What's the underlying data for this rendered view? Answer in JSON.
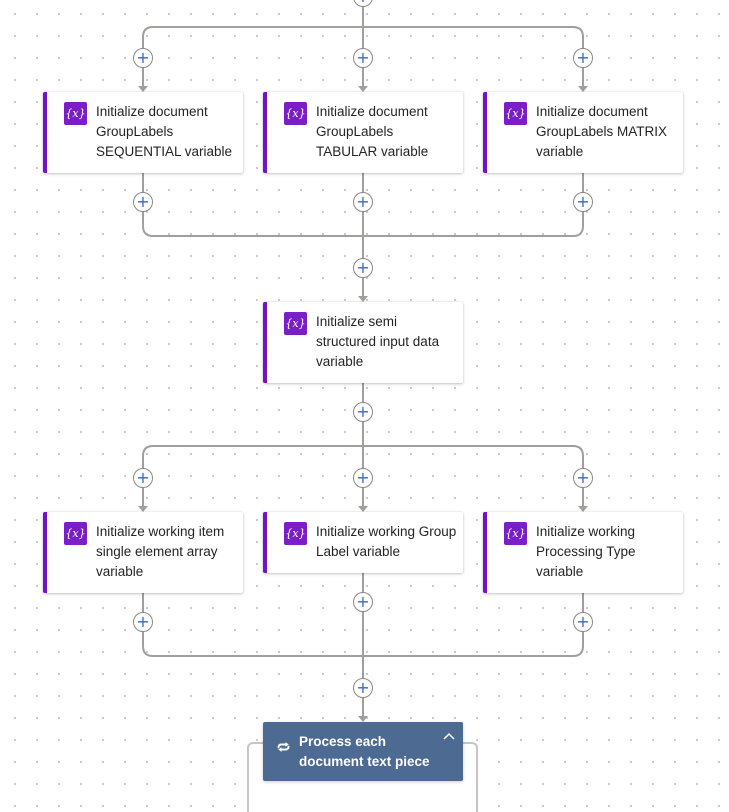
{
  "row1": [
    {
      "label": "Initialize document GroupLabels SEQUENTIAL variable",
      "icon": "variable-icon"
    },
    {
      "label": "Initialize document GroupLabels TABULAR variable",
      "icon": "variable-icon"
    },
    {
      "label": "Initialize document GroupLabels MATRIX variable",
      "icon": "variable-icon"
    }
  ],
  "middle": {
    "label": "Initialize semi structured input data variable",
    "icon": "variable-icon"
  },
  "row2": [
    {
      "label": "Initialize working item single element array variable",
      "icon": "variable-icon"
    },
    {
      "label": "Initialize working Group Label variable",
      "icon": "variable-icon"
    },
    {
      "label": "Initialize working Processing Type variable",
      "icon": "variable-icon"
    }
  ],
  "loop": {
    "label": "Process each document text piece",
    "icon": "loop-icon"
  },
  "icon_glyph": "{x}",
  "add_glyph": "+",
  "colors": {
    "accent": "#7212c9",
    "loop_bg": "#4d6a92",
    "plus": "#3a67c0",
    "connector": "#a19f9d"
  }
}
